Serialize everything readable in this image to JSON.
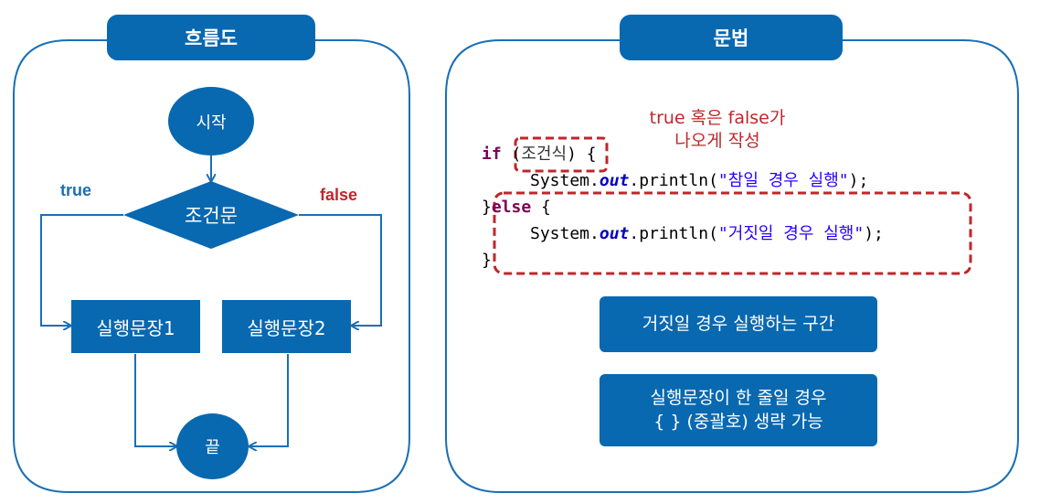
{
  "flowchart": {
    "tab_title": "흐름도",
    "start": "시작",
    "condition": "조건문",
    "true_label": "true",
    "false_label": "false",
    "statement1": "실행문장1",
    "statement2": "실행문장2",
    "end": "끝"
  },
  "syntax": {
    "tab_title": "문법",
    "note_line1": "true 혹은 false가",
    "note_line2": "나오게 작성",
    "code": {
      "if_kw": "if",
      "condition": "조건식",
      "system": "System.",
      "out": "out",
      "println": ".println(",
      "true_string": "\"참일 경우 실행\"",
      "false_string": "\"거짓일 경우 실행\"",
      "close_call": ");",
      "else_kw": "else",
      "open_brace": "{",
      "close_brace": "}"
    },
    "info_box1": "거짓일 경우 실행하는 구간",
    "info_box2_line1": "실행문장이 한 줄일 경우",
    "info_box2_line2": "{ } (중괄호) 생략 가능"
  },
  "colors": {
    "primary": "#0868b0",
    "accent_red": "#c0262b",
    "panel_border": "#1a6fb5"
  }
}
